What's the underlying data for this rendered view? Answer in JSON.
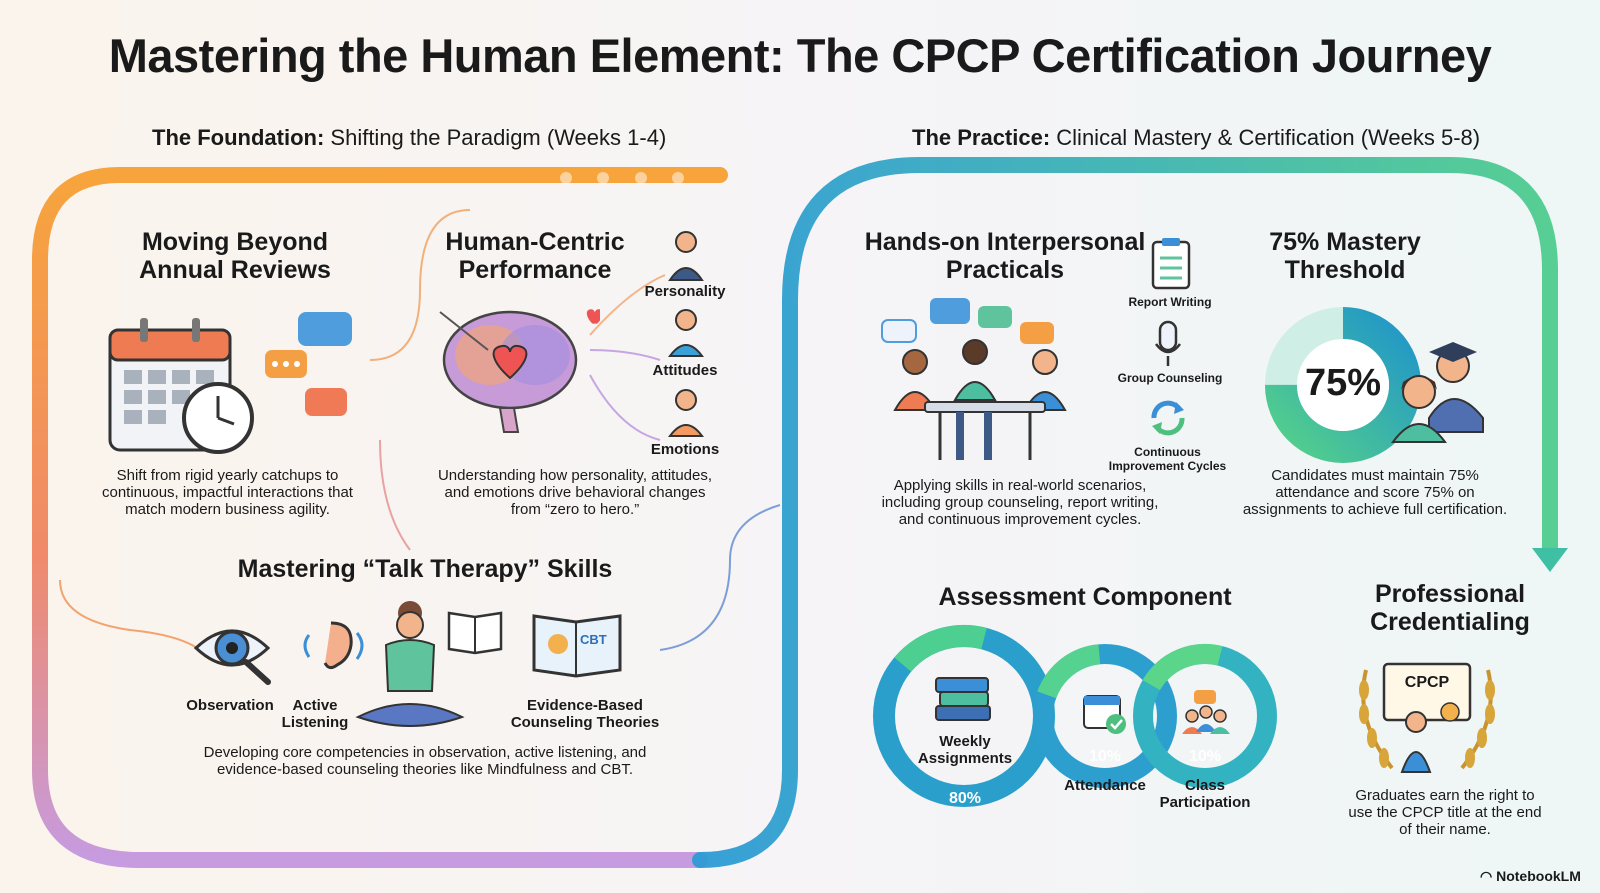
{
  "title": "Mastering the Human Element: The CPCP Certification Journey",
  "foundation": {
    "label_bold": "The Foundation:",
    "label_rest": " Shifting the Paradigm (Weeks 1-4)",
    "beyond_reviews": {
      "title": "Moving Beyond Annual Reviews",
      "desc": "Shift from rigid yearly catchups to continuous, impactful interactions that match modern business agility."
    },
    "human_centric": {
      "title": "Human-Centric Performance",
      "desc": "Understanding how personality, attitudes, and emotions drive behavioral changes from “zero to hero.”",
      "traits": [
        "Personality",
        "Attitudes",
        "Emotions"
      ]
    },
    "talk_therapy": {
      "title": "Mastering “Talk Therapy” Skills",
      "skills": [
        "Observation",
        "Active Listening",
        "Evidence-Based Counseling Theories"
      ],
      "book_label": "CBT",
      "desc": "Developing core competencies in observation, active listening, and evidence-based counseling theories like Mindfulness and CBT."
    }
  },
  "practice": {
    "label_bold": "The Practice:",
    "label_rest": " Clinical Mastery & Certification (Weeks 5-8)",
    "practicals": {
      "title": "Hands-on Interpersonal Practicals",
      "items": [
        "Report Writing",
        "Group Counseling",
        "Continuous Improvement Cycles"
      ],
      "desc": "Applying skills in real-world scenarios, including group counseling, report writing, and continuous improvement cycles."
    },
    "mastery": {
      "title": "75% Mastery Threshold",
      "value": "75%",
      "fraction": 0.75,
      "desc": "Candidates must maintain 75% attendance and score 75% on assignments to achieve full certification."
    },
    "assessment": {
      "title": "Assessment Component",
      "components": [
        {
          "label": "Weekly Assignments",
          "pct": "80%"
        },
        {
          "label": "Attendance",
          "pct": "10%"
        },
        {
          "label": "Class Participation",
          "pct": "10%"
        }
      ]
    },
    "credentialing": {
      "title": "Professional Credentialing",
      "cert_label": "CPCP",
      "desc": "Graduates earn the right to use the CPCP title at the end of their name."
    }
  },
  "brand": "NotebookLM",
  "colors": {
    "warm_start": "#f7a43c",
    "warm_end": "#b79be6",
    "cool_start": "#2a9fd6",
    "cool_end": "#4ccb8a"
  }
}
